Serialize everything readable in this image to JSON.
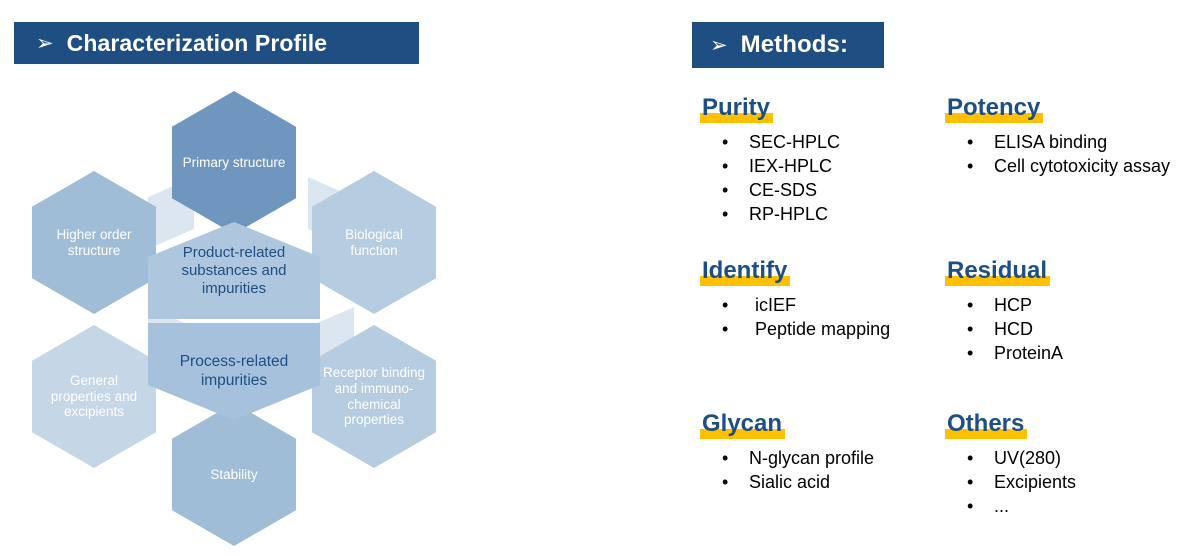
{
  "headers": {
    "left": {
      "arrow_icon": "➢",
      "text": "Characterization Profile"
    },
    "right": {
      "arrow_icon": "➢",
      "text": "Methods:"
    }
  },
  "colors": {
    "header_blue": "#1F4E82",
    "highlight_yellow": "#FFC000",
    "hex_dark": "#6E96BE",
    "hex_mid": "#9FBDD7",
    "hex_light": "#B6CCE1",
    "hex_pale": "#C5D6E7",
    "hex_center_top": "#AEC7DE",
    "hex_center_bottom": "#A6C1DB",
    "wedge": "#DCE6F1",
    "text_blue": "#1F4E82",
    "text_white": "#FFFFFF"
  },
  "diagram": {
    "center": {
      "top_label": "Product-related substances and impurities",
      "bottom_label": "Process-related impurities"
    },
    "petals": [
      {
        "id": "primary-structure",
        "label": "Primary structure"
      },
      {
        "id": "biological-function",
        "label": "Biological function"
      },
      {
        "id": "receptor-binding",
        "label": "Receptor binding and immuno-chemical properties"
      },
      {
        "id": "stability",
        "label": "Stability"
      },
      {
        "id": "general-properties",
        "label": "General properties and excipients"
      },
      {
        "id": "higher-order-structure",
        "label": "Higher order structure"
      }
    ]
  },
  "methods": [
    {
      "id": "purity",
      "title": "Purity",
      "items": [
        "SEC-HPLC",
        "IEX-HPLC",
        "CE-SDS",
        "RP-HPLC"
      ]
    },
    {
      "id": "potency",
      "title": "Potency",
      "items": [
        "ELISA binding",
        "Cell cytotoxicity assay"
      ]
    },
    {
      "id": "identify",
      "title": "Identify",
      "items": [
        "icIEF",
        "Peptide mapping"
      ]
    },
    {
      "id": "residual",
      "title": "Residual",
      "items": [
        "HCP",
        "HCD",
        "ProteinA"
      ]
    },
    {
      "id": "glycan",
      "title": "Glycan",
      "items": [
        "N-glycan profile",
        "Sialic acid"
      ]
    },
    {
      "id": "others",
      "title": "Others",
      "items": [
        "UV(280)",
        "Excipients",
        "..."
      ]
    }
  ],
  "bullet_char": "•"
}
